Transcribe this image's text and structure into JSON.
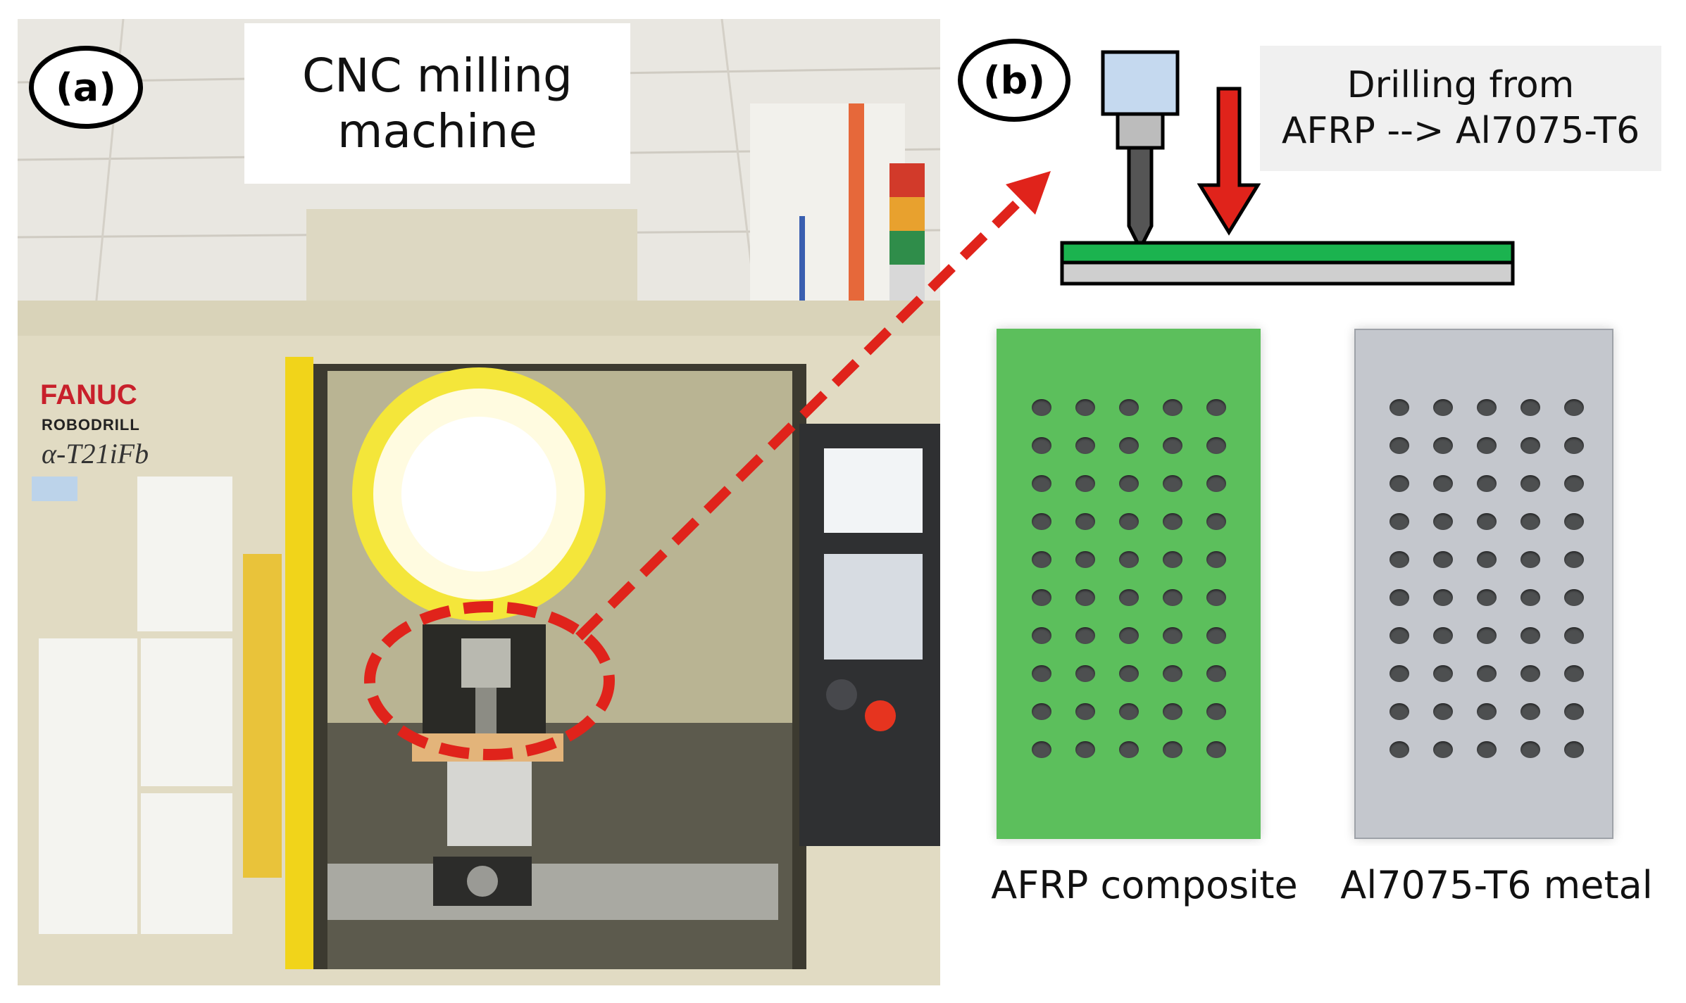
{
  "panel_a": {
    "letter": "(a)",
    "title": "CNC milling machine",
    "brand": "FANUC",
    "model_line1": "ROBODRILL",
    "model_line2": "α-T21iFb"
  },
  "panel_b": {
    "letter": "(b)",
    "title_line1": "Drilling from",
    "title_line2": "AFRP --> Al7075-T6",
    "left_label": "AFRP composite",
    "right_label": "Al7075-T6 metal"
  },
  "colors": {
    "afrp_green": "#5cbf5c",
    "stack_green": "#1bb34f",
    "metal_grey": "#c4c7cd",
    "arrow_red": "#e0231b"
  },
  "icons": {
    "tool": "drill-tool-icon",
    "feed": "down-arrow-icon"
  }
}
